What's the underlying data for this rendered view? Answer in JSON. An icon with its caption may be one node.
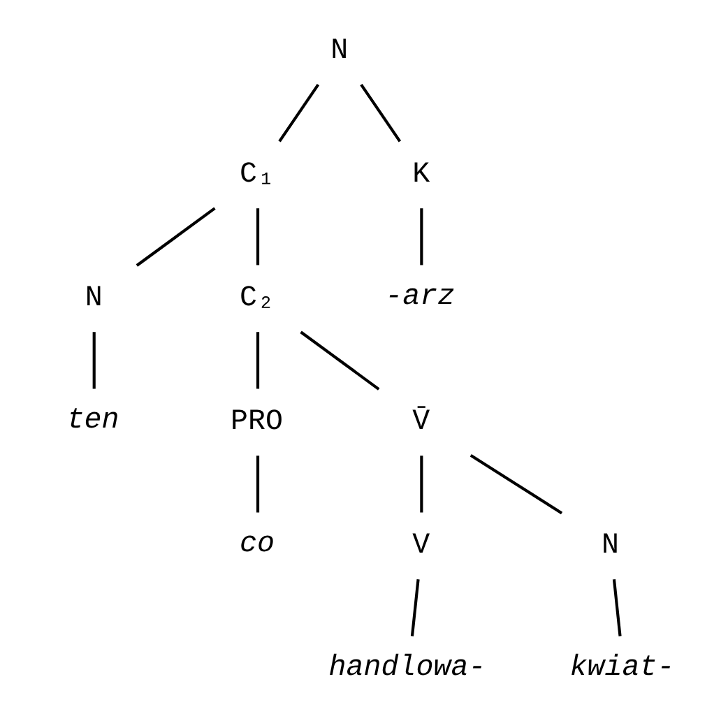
{
  "diagram": {
    "nodes": [
      {
        "text": [
          "N"
        ]
      },
      {
        "text": [
          "C₁"
        ]
      },
      {
        "text": [
          "K"
        ]
      },
      {
        "text": [
          "N"
        ]
      },
      {
        "text": [
          "C₂"
        ]
      },
      {
        "text": [
          "-arz"
        ]
      },
      {
        "text": [
          "ten"
        ]
      },
      {
        "text": [
          "PRO"
        ]
      },
      {
        "text": [
          "V̄"
        ]
      },
      {
        "text": [
          "co"
        ]
      },
      {
        "text": [
          "V"
        ]
      },
      {
        "text": [
          "N"
        ]
      },
      {
        "text": [
          "handlowa-"
        ]
      },
      {
        "text": [
          "kwiat-"
        ]
      }
    ],
    "edges": [
      {
        "from": 0,
        "to": 1,
        "arrow": "none"
      },
      {
        "from": 0,
        "to": 2,
        "arrow": "none"
      },
      {
        "from": 1,
        "to": 3,
        "arrow": "none"
      },
      {
        "from": 1,
        "to": 4,
        "arrow": "none"
      },
      {
        "from": 2,
        "to": 5,
        "arrow": "none"
      },
      {
        "from": 3,
        "to": 6,
        "arrow": "none"
      },
      {
        "from": 4,
        "to": 7,
        "arrow": "none"
      },
      {
        "from": 4,
        "to": 8,
        "arrow": "none"
      },
      {
        "from": 7,
        "to": 9,
        "arrow": "none"
      },
      {
        "from": 8,
        "to": 10,
        "arrow": "none"
      },
      {
        "from": 8,
        "to": 11,
        "arrow": "none"
      },
      {
        "from": 10,
        "to": 12,
        "arrow": "none"
      },
      {
        "from": 11,
        "to": 13,
        "arrow": "none"
      }
    ]
  }
}
